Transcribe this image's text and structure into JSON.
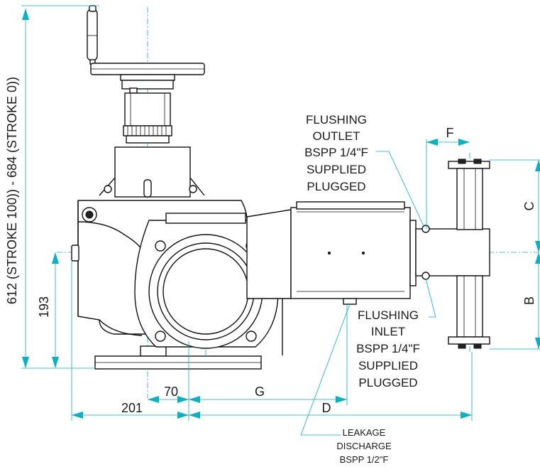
{
  "notes": {
    "flushing_outlet": [
      "FLUSHING",
      "OUTLET",
      "BSPP 1/4\"F",
      "SUPPLIED",
      "PLUGGED"
    ],
    "flushing_inlet": [
      "FLUSHING",
      "INLET",
      "BSPP 1/4\"F",
      "SUPPLIED",
      "PLUGGED"
    ],
    "leakage_discharge": [
      "LEAKAGE",
      "DISCHARGE",
      "BSPP 1/2\"F"
    ]
  },
  "dimensions": {
    "overall_height": "612 (STROKE 100)) - 684 (STROKE 0))",
    "axis_height": "193",
    "A_201": "201",
    "A_70": "70",
    "G": "G",
    "D": "D",
    "F": "F",
    "C": "C",
    "B": "B"
  },
  "colors": {
    "dimension": "#00b3c7",
    "line": "#111111",
    "background": "#ffffff"
  }
}
